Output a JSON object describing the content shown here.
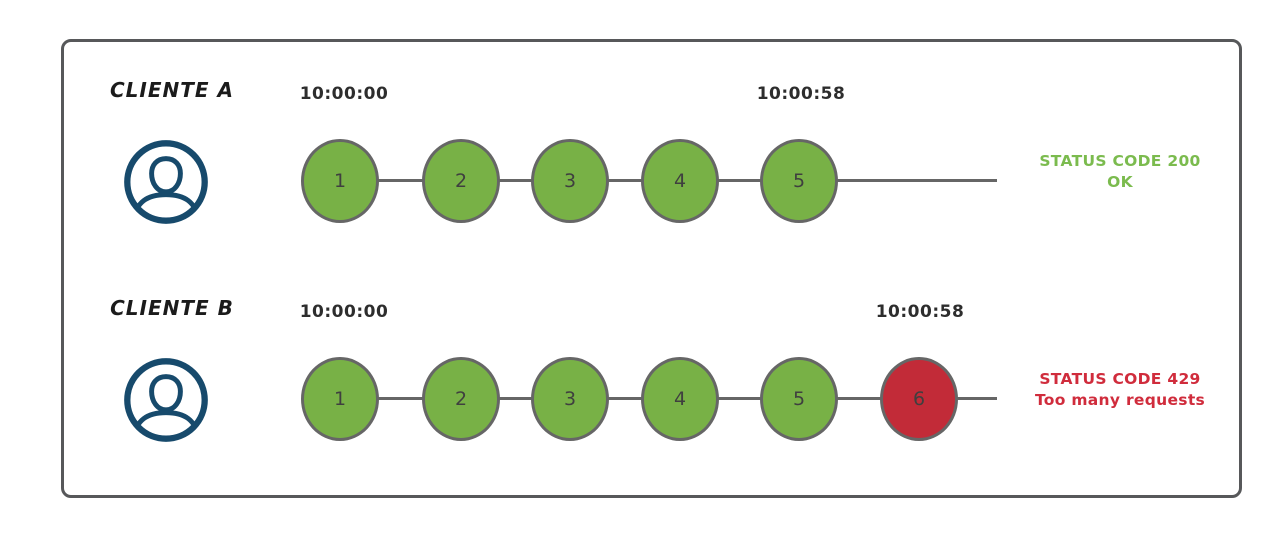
{
  "colors": {
    "frame-border": "#57585a",
    "line": "#666666",
    "circle-border": "#666666",
    "circle-green": "#78b146",
    "circle-red": "#c22b38",
    "status-green": "#7bbb4e",
    "status-red": "#d02c3c",
    "text-dark": "#2d2d2d",
    "number": "#3f3f3f",
    "navy": "#174a6c"
  },
  "diagram": {
    "clients": [
      {
        "name": "CLIENTE A",
        "start_time": "10:00:00",
        "end_time": "10:00:58",
        "requests": [
          {
            "label": "1",
            "status": "ok"
          },
          {
            "label": "2",
            "status": "ok"
          },
          {
            "label": "3",
            "status": "ok"
          },
          {
            "label": "4",
            "status": "ok"
          },
          {
            "label": "5",
            "status": "ok"
          }
        ],
        "result": {
          "code_line": "STATUS CODE 200",
          "message": "OK",
          "status": "ok"
        }
      },
      {
        "name": "CLIENTE B",
        "start_time": "10:00:00",
        "end_time": "10:00:58",
        "requests": [
          {
            "label": "1",
            "status": "ok"
          },
          {
            "label": "2",
            "status": "ok"
          },
          {
            "label": "3",
            "status": "ok"
          },
          {
            "label": "4",
            "status": "ok"
          },
          {
            "label": "5",
            "status": "ok"
          },
          {
            "label": "6",
            "status": "rate-limited"
          }
        ],
        "result": {
          "code_line": "STATUS CODE 429",
          "message": "Too many requests",
          "status": "rate-limited"
        }
      }
    ]
  }
}
